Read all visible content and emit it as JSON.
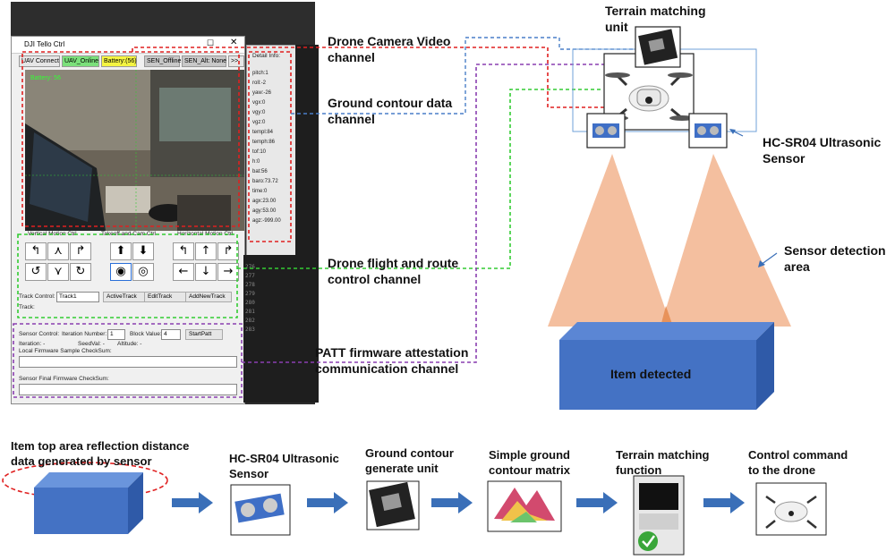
{
  "labels": {
    "terrain_unit": "Terrain matching\nunit",
    "drone_video": "Drone Camera Video\nchannel",
    "ground_contour_channel": "Ground contour data\nchannel",
    "flight_channel": "Drone flight and route\ncontrol channel",
    "patt_channel": "PATT firmware attestation\ncommunication channel",
    "hc_sensor": "HC-SR04 Ultrasonic\nSensor",
    "detection_area": "Sensor detection\narea",
    "item_detected": "Item detected"
  },
  "pipeline": {
    "step1": "Item top area reflection distance\ndata generated by sensor",
    "step2": "HC-SR04 Ultrasonic\nSensor",
    "step3": "Ground contour\ngenerate unit",
    "step4": "Simple ground\ncontour matrix",
    "step5": "Terrain matching\nfunction",
    "step6": "Control command\nto the drone"
  },
  "app": {
    "title": "DJI Tello Ctrl",
    "tabs": [
      "UAV Connect",
      "UAV_Online",
      "Battery:(56)",
      "SEN_Offline",
      "SEN_Alt: None",
      ">>"
    ],
    "battery_overlay": "Battery: 56",
    "ctrl_headers": [
      "Vertical Motion Ctrl",
      "Takeoff and Cam Ctrl",
      "Horizontal Motion Ctrl"
    ],
    "track_control": "Track Control:",
    "track_value": "Track1",
    "track_buttons": [
      "ActiveTrack",
      "EditTrack",
      "AddNewTrack"
    ],
    "track_label": "Track:",
    "sensor_control": "Sensor Control:",
    "iteration_number_label": "Iteration Number:",
    "iteration_number": "1",
    "block_value_label": "Block Value:",
    "block_value": "4",
    "start_button": "StartPatt",
    "iteration_label": "Iteration: -",
    "seedval_label": "SeedVal: -",
    "altitude_label": "Altitude: -",
    "local_checksum_label": "Local Firmware Sample CheckSum:",
    "final_checksum_label": "Sensor Final Firmware CheckSum:",
    "detail_title": "Detail Info:",
    "detail_lines": [
      "pitch:1",
      "roll:-2",
      "yaw:-26",
      "vgx:0",
      "vgy:0",
      "vgz:0",
      "templ:84",
      "temph:86",
      "tof:10",
      "h:0",
      "bat:56",
      "baro:73.72",
      "time:0",
      "agx:23.00",
      "agy:53.00",
      "agz:-999.00"
    ]
  },
  "colors": {
    "red": "#e02020",
    "blue": "#4a7fc8",
    "green": "#33cc33",
    "purple": "#8a3fb0",
    "cone": "#f2b48e",
    "box": "#4472c4",
    "arrow": "#3a6fb8"
  }
}
